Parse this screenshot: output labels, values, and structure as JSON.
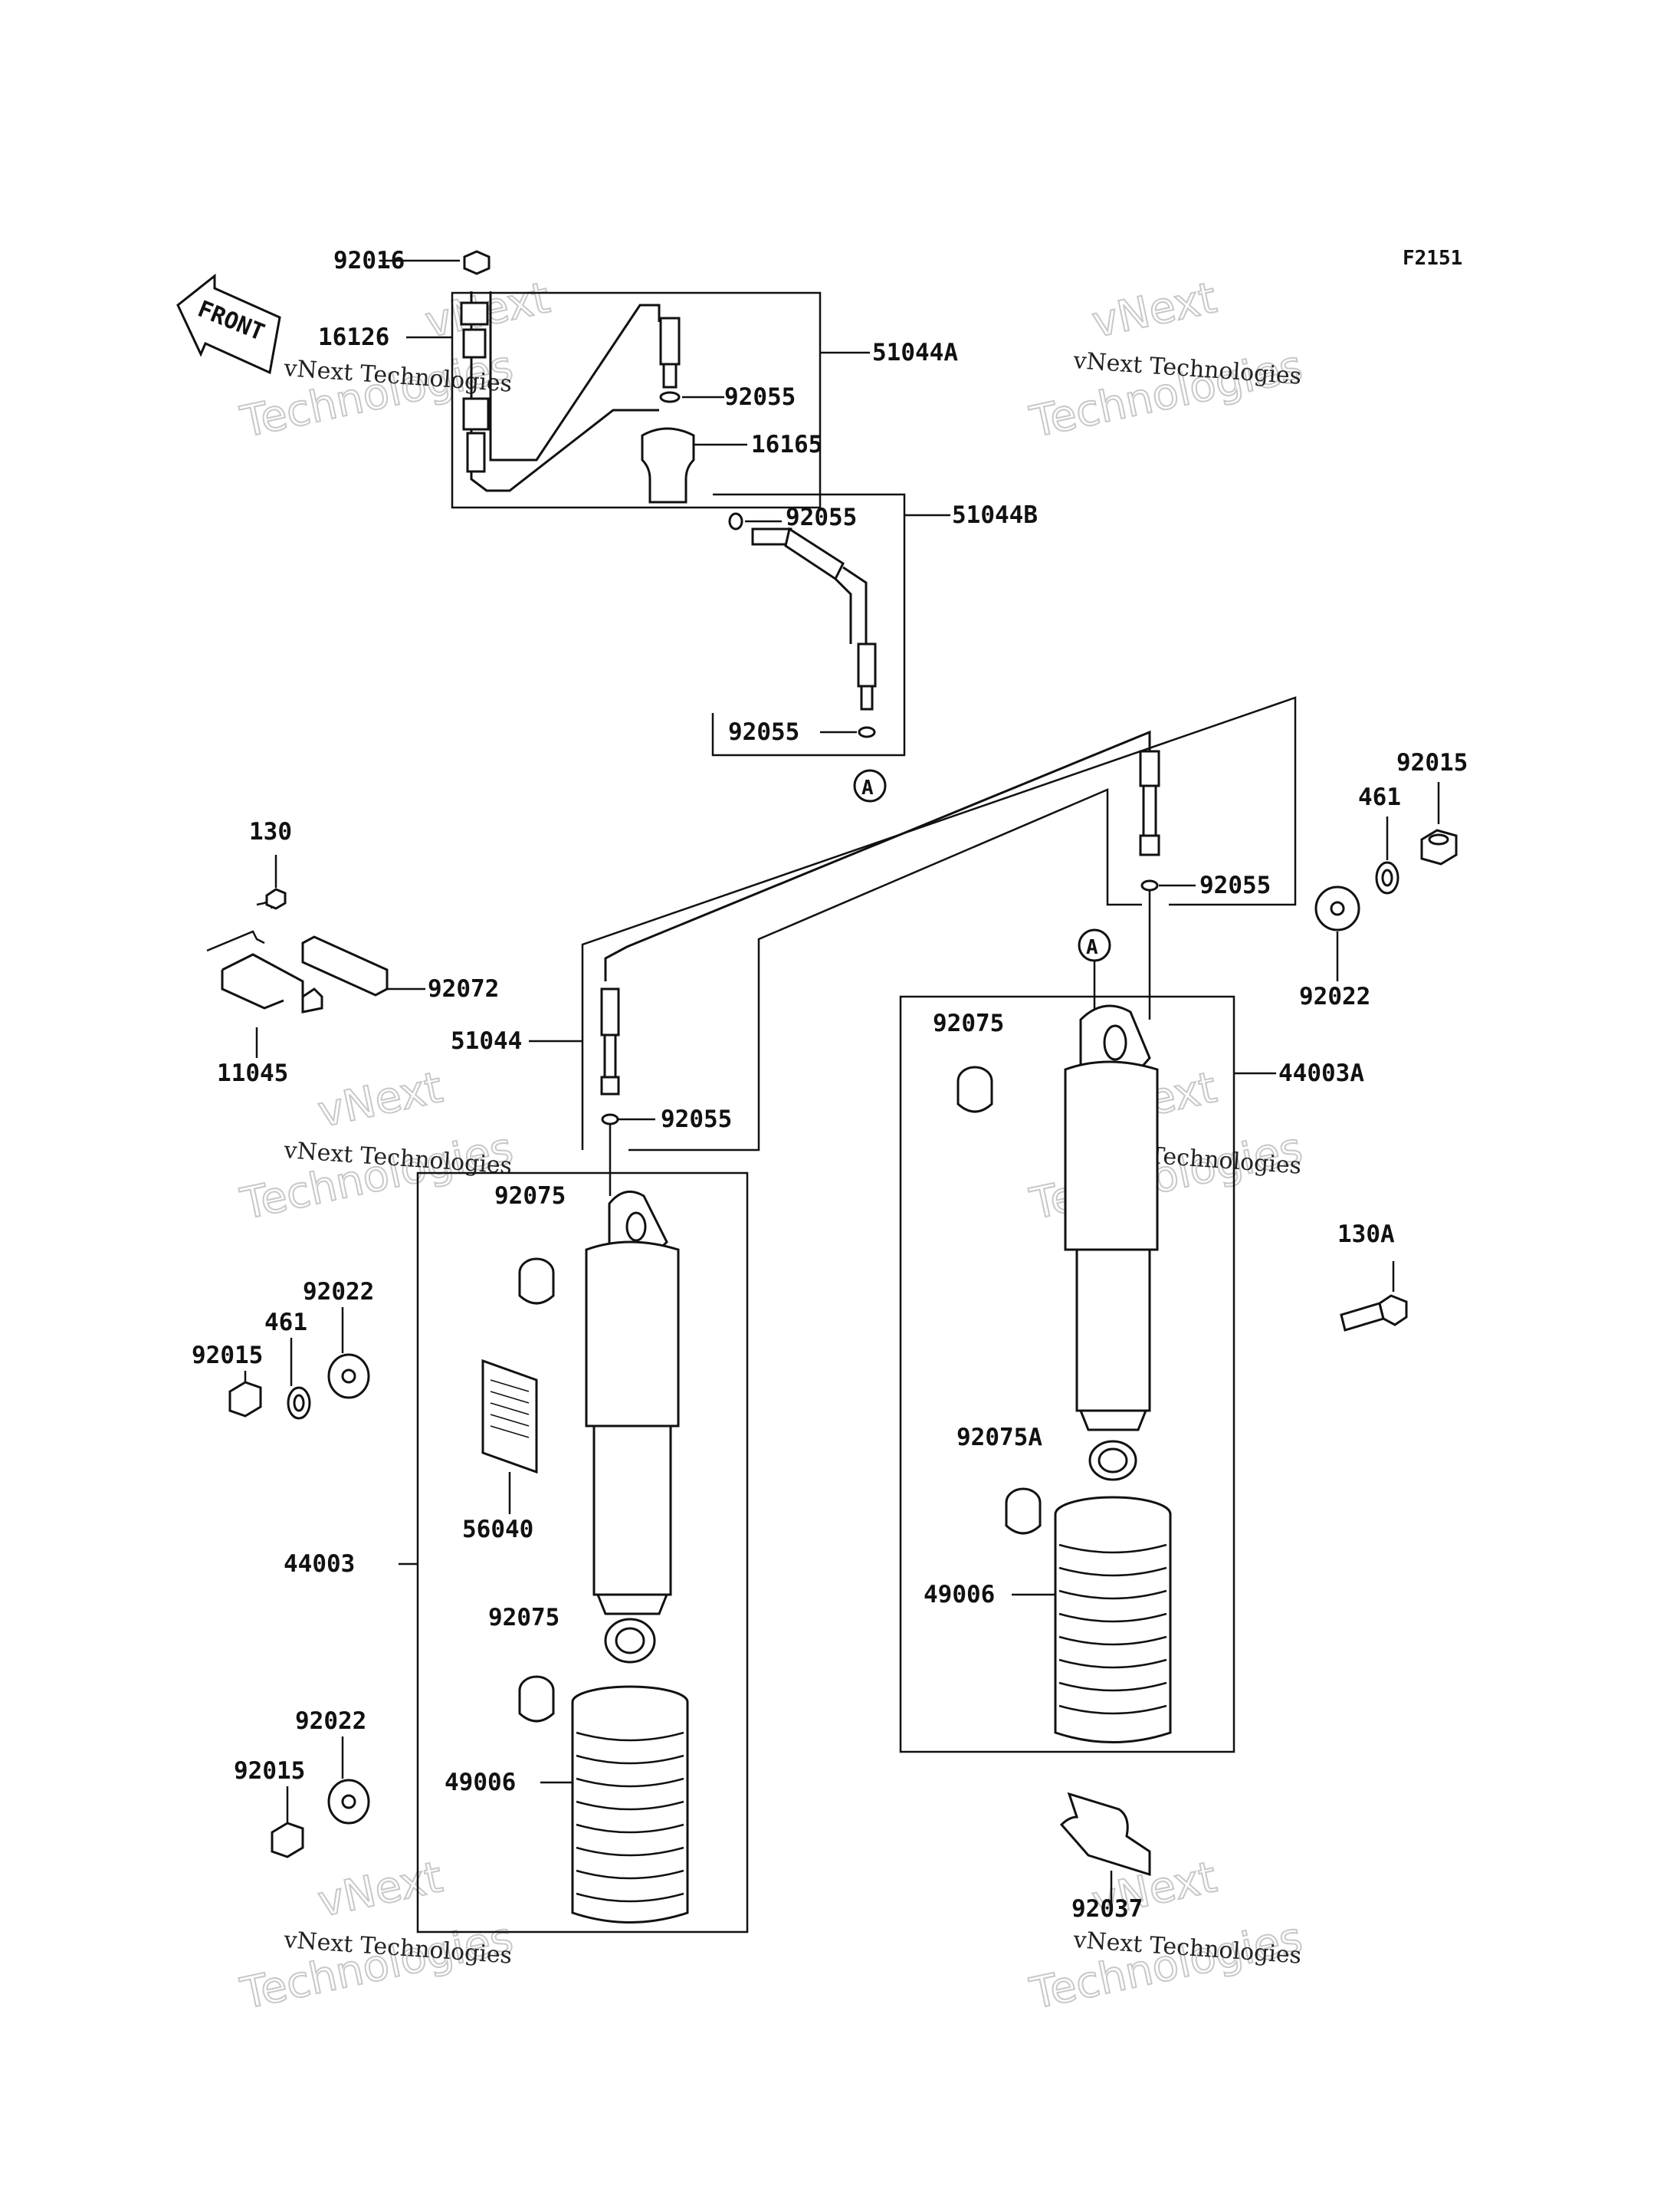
{
  "figure_code": "F2151",
  "front_arrow_label": "FRONT",
  "reference_marker": "A",
  "watermark": {
    "line1": "vNext Technologies",
    "line2": "vNext",
    "line3": "Technologies"
  },
  "labels": {
    "p92016": "92016",
    "p16126": "16126",
    "p51044A": "51044A",
    "p92055_a": "92055",
    "p16165": "16165",
    "p92055_b": "92055",
    "p51044B": "51044B",
    "p92055_c": "92055",
    "p92015_r": "92015",
    "p461_r": "461",
    "p92055_d": "92055",
    "p92022_r": "92022",
    "p130": "130",
    "p92072": "92072",
    "p51044": "51044",
    "p11045": "11045",
    "p92055_e": "92055",
    "p92075_r": "92075",
    "p44003A": "44003A",
    "p92075_l": "92075",
    "p130A": "130A",
    "p92022_l1": "92022",
    "p461_l": "461",
    "p92015_l1": "92015",
    "p56040": "56040",
    "p92075A": "92075A",
    "p44003": "44003",
    "p49006_r": "49006",
    "p92075_l2": "92075",
    "p92022_l2": "92022",
    "p92015_l2": "92015",
    "p49006_l": "49006",
    "p92037": "92037"
  }
}
